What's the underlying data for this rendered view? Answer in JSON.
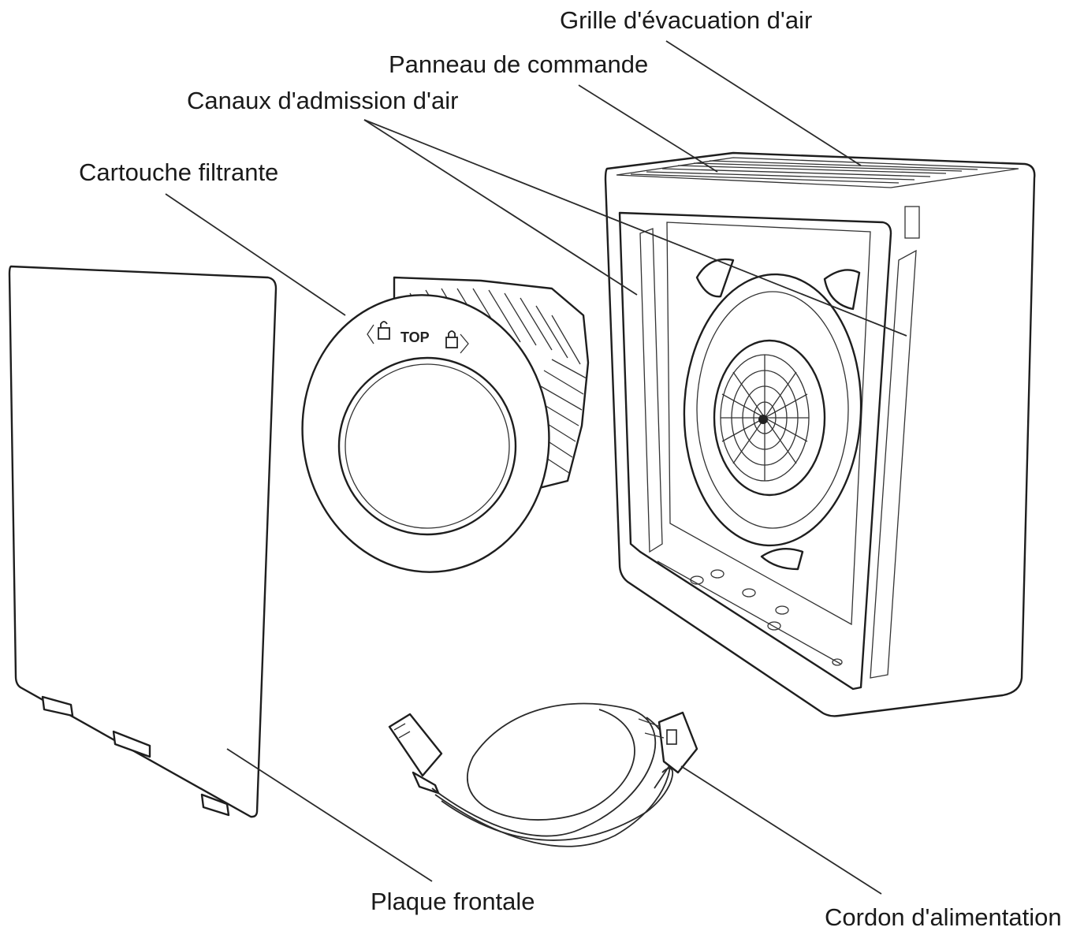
{
  "labels": {
    "grille": "Grille d'évacuation d'air",
    "panneau": "Panneau de commande",
    "canaux": "Canaux d'admission d'air",
    "cartouche": "Cartouche filtrante",
    "plaque": "Plaque frontale",
    "cordon": "Cordon d'alimentation"
  },
  "filter_marking": "TOP"
}
